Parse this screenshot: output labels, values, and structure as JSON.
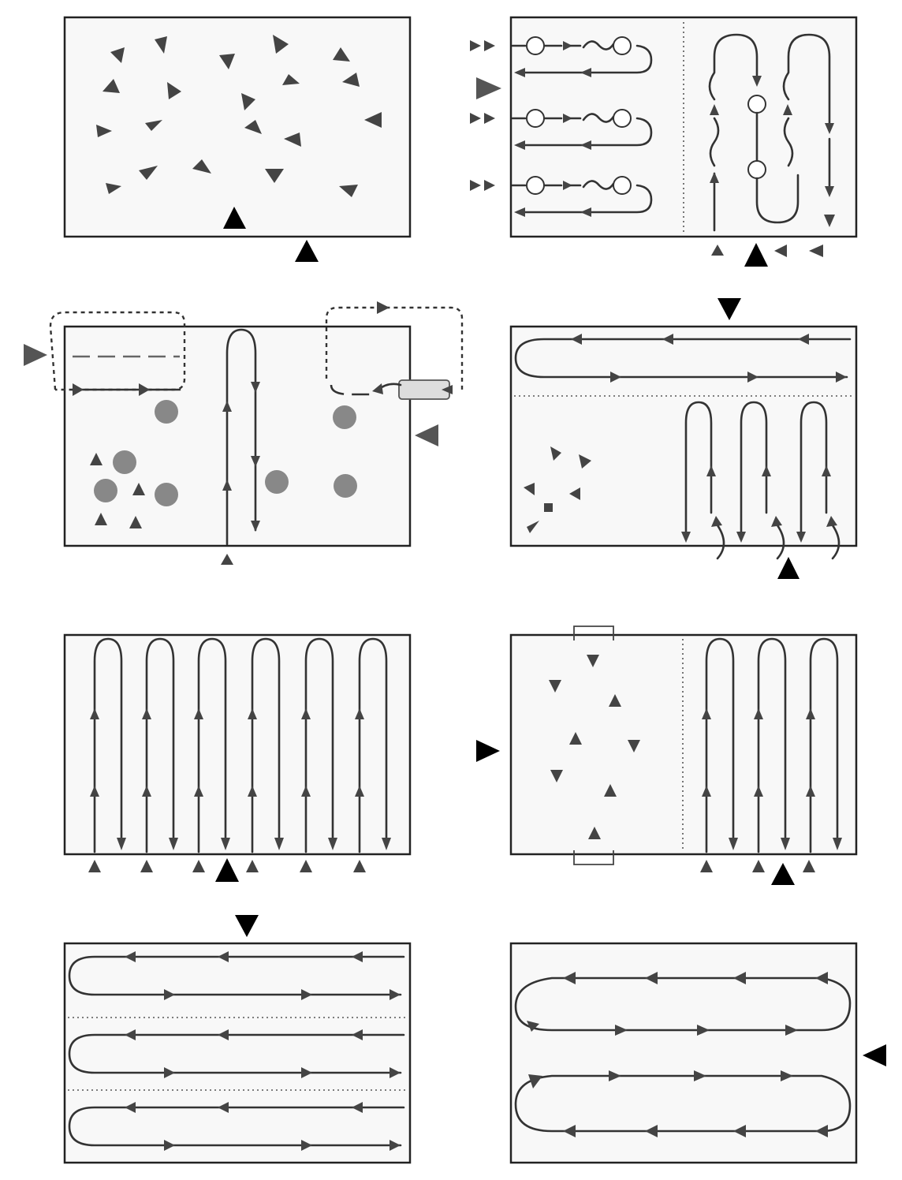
{
  "colors": {
    "panel_fill": "#f8f8f8",
    "outline": "#222222",
    "flow": "#333333",
    "marker": "#444444",
    "entry_marker": "#000000",
    "obstacle": "#888888"
  },
  "panels": [
    {
      "id": "panel-1",
      "pattern": "scattered-triangles"
    },
    {
      "id": "panel-2",
      "pattern": "split-loops-with-rings"
    },
    {
      "id": "panel-3",
      "pattern": "mixed-obstacles-and-loops"
    },
    {
      "id": "panel-4",
      "pattern": "horizontal-sweep-plus-vertical-loops"
    },
    {
      "id": "panel-5",
      "pattern": "six-vertical-loops"
    },
    {
      "id": "panel-6",
      "pattern": "scatter-plus-vertical-loops"
    },
    {
      "id": "panel-7",
      "pattern": "three-horizontal-lanes"
    },
    {
      "id": "panel-8",
      "pattern": "serpentine-loop"
    }
  ]
}
